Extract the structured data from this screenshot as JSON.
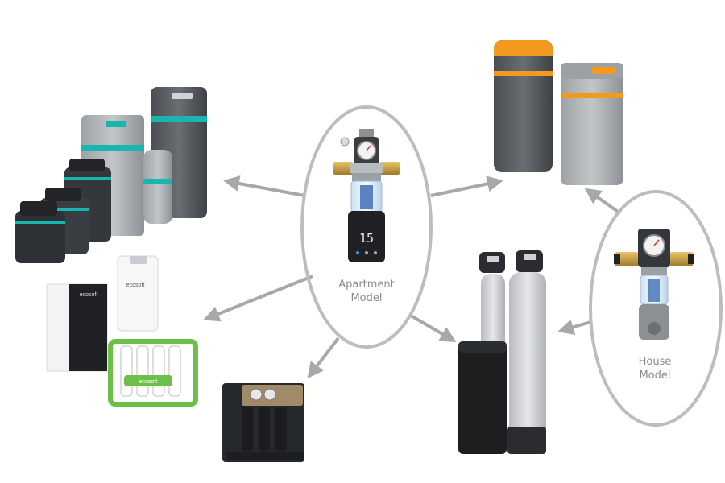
{
  "hubs": {
    "apartment": {
      "line1": "Apartment",
      "line2": "Model"
    },
    "house": {
      "line1": "House",
      "line2": "Model"
    }
  },
  "products": {
    "apartment_filter": {
      "display_value": "15"
    },
    "ro_unit_left": {
      "brand_text": "ecosoft"
    },
    "water_tank": {
      "brand_text": "ecosoft"
    },
    "ro_unit_right": {
      "brand_text": "ecosoft"
    }
  },
  "colors": {
    "ellipse_stroke": "#bdbdbd",
    "arrow": "#a8a8a8",
    "label": "#8a8a8a",
    "teal_accent": "#19b6b0",
    "orange_accent": "#f39a1e",
    "softener_gray": "#5a5e63",
    "dark_body": "#2e3135",
    "tank_gray": "#c9cbcd",
    "green_frame": "#6cc04a"
  },
  "icons": [
    "water-softener-icon",
    "reverse-osmosis-icon",
    "filter-housing-icon",
    "pressure-tank-icon",
    "brine-tank-icon",
    "pressure-gauge-icon"
  ]
}
